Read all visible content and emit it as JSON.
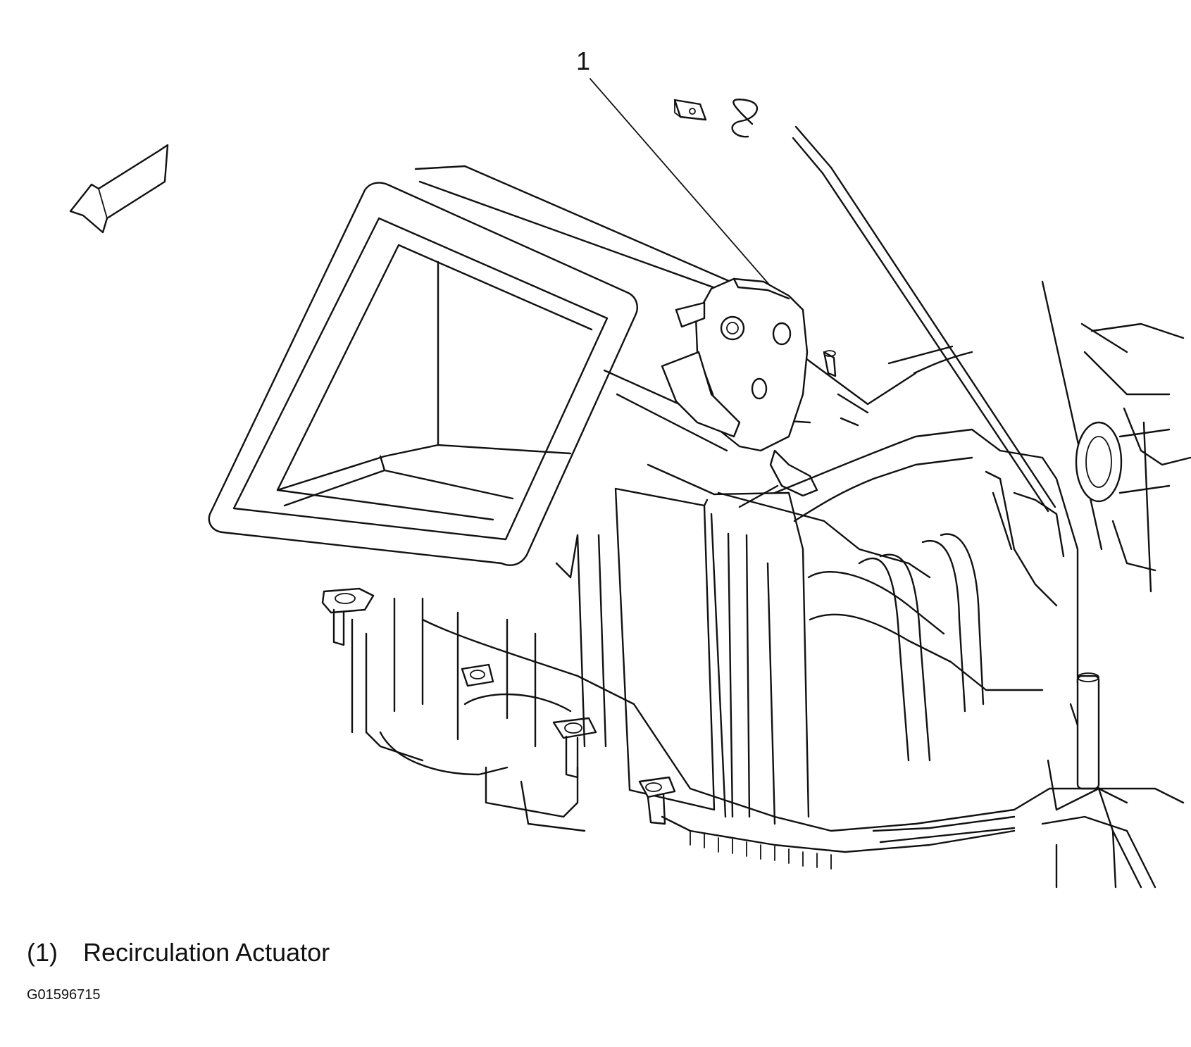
{
  "diagram": {
    "callout_number": "1",
    "legend": [
      {
        "number": "(1)",
        "text": "Recirculation Actuator"
      }
    ],
    "figure_id": "G01596715",
    "icons": [
      "direction-arrow-icon"
    ]
  }
}
